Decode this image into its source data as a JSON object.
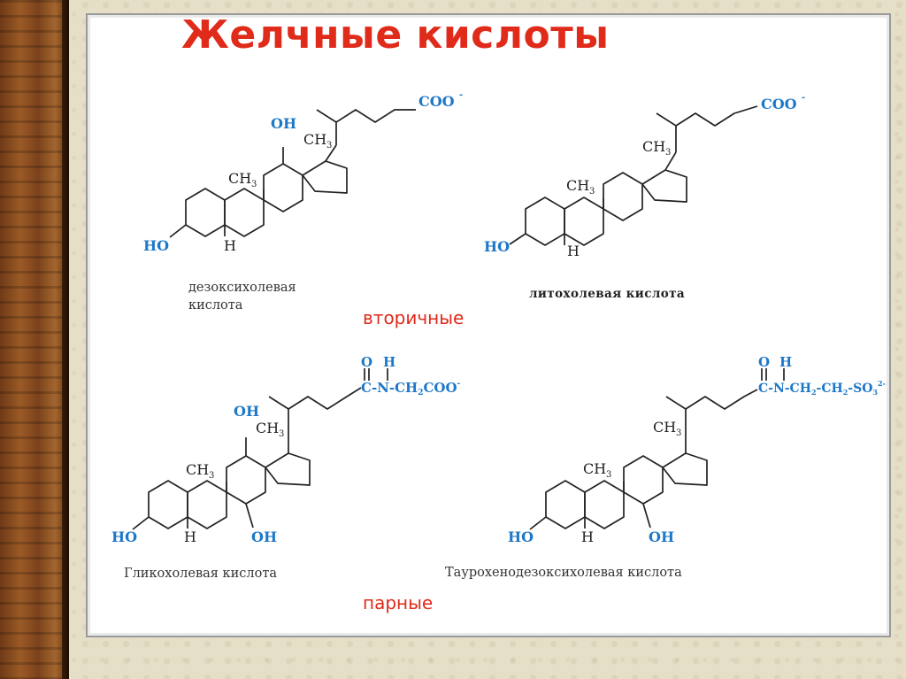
{
  "slide": {
    "title": "Желчные кислоты",
    "section_secondary": "вторичные",
    "section_paired": "парные"
  },
  "colors": {
    "title_and_section_labels": "#e02a1a",
    "chemical_groups": "#1e78c8",
    "bonds": "#222222"
  },
  "molecules": {
    "deoxycholic": {
      "caption_line1": "дезоксихолевая",
      "caption_line2": "кислота",
      "oh_top": "OH",
      "ch3_a": "CH",
      "ch3_b": "CH",
      "h": "H",
      "ho": "HO",
      "end_group": "COO"
    },
    "lithocholic": {
      "caption": "литохолевая кислота",
      "ch3_a": "CH",
      "ch3_b": "CH",
      "h": "H",
      "ho": "HO",
      "end_group": "COO"
    },
    "glycocholic": {
      "caption": "Гликохолевая кислота",
      "oh_top": "OH",
      "ch3_a": "CH",
      "ch3_b": "CH",
      "h": "H",
      "ho_left": "HO",
      "oh_right": "OH",
      "o": "O",
      "h_top": "H",
      "side_chain": "C-N-CH"
    },
    "taurochenodeoxycholic": {
      "caption": "Таурохенодезоксихолевая кислота",
      "ch3_a": "CH",
      "ch3_b": "CH",
      "h": "H",
      "ho_left": "HO",
      "oh_right": "OH",
      "o": "O",
      "h_top": "H",
      "side_chain": "C-N-CH"
    }
  }
}
